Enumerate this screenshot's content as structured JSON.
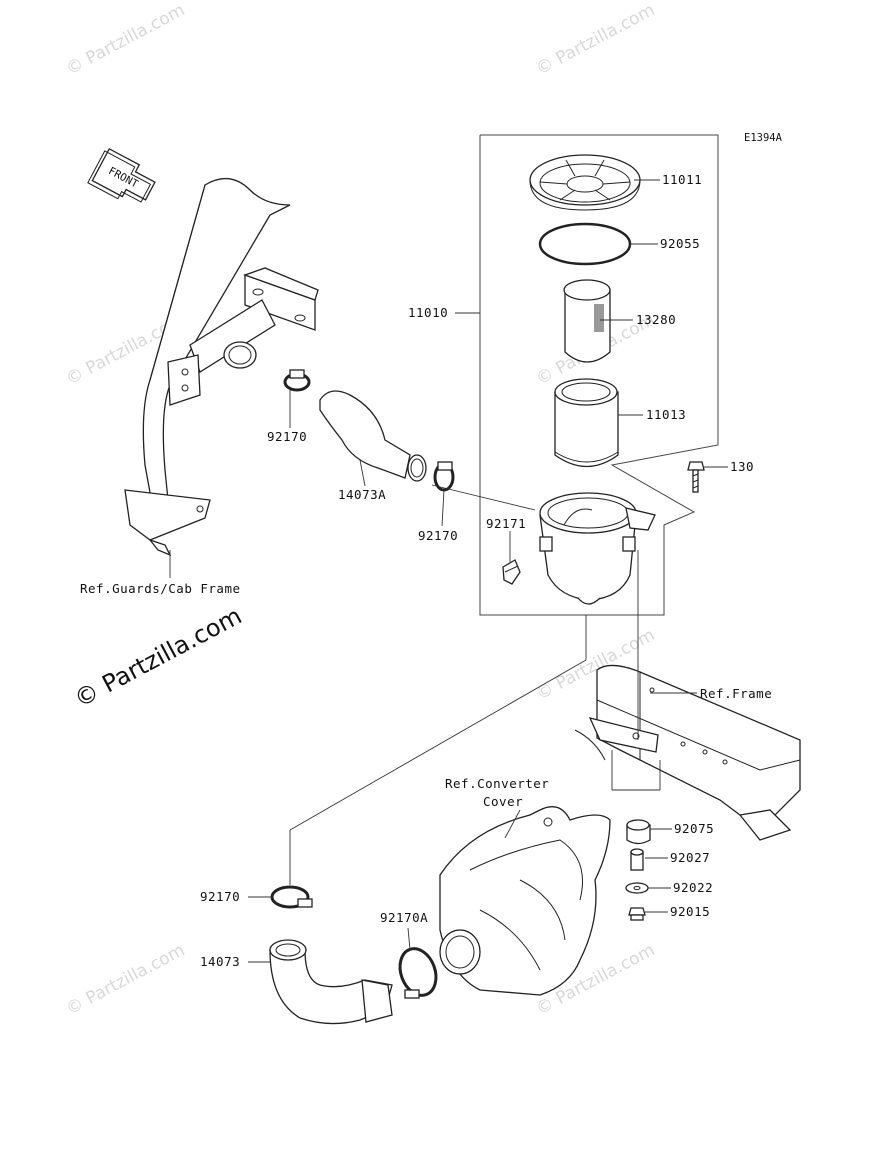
{
  "diagram_code": "E1394A",
  "front_label": "FRONT",
  "watermark": "© Partzilla.com",
  "watermark_main": "© Partzilla.com",
  "parts": {
    "p11011": "11011",
    "p92055": "92055",
    "p13280": "13280",
    "p11010": "11010",
    "p11013": "11013",
    "p130": "130",
    "p92170_top": "92170",
    "p14073A": "14073A",
    "p92170_mid": "92170",
    "p92171": "92171",
    "p92075": "92075",
    "p92027": "92027",
    "p92022": "92022",
    "p92015": "92015",
    "p92170_low": "92170",
    "p92170A": "92170A",
    "p14073": "14073"
  },
  "refs": {
    "guards": "Ref.Guards/Cab Frame",
    "frame": "Ref.Frame",
    "converter_1": "Ref.Converter",
    "converter_2": "Cover"
  }
}
